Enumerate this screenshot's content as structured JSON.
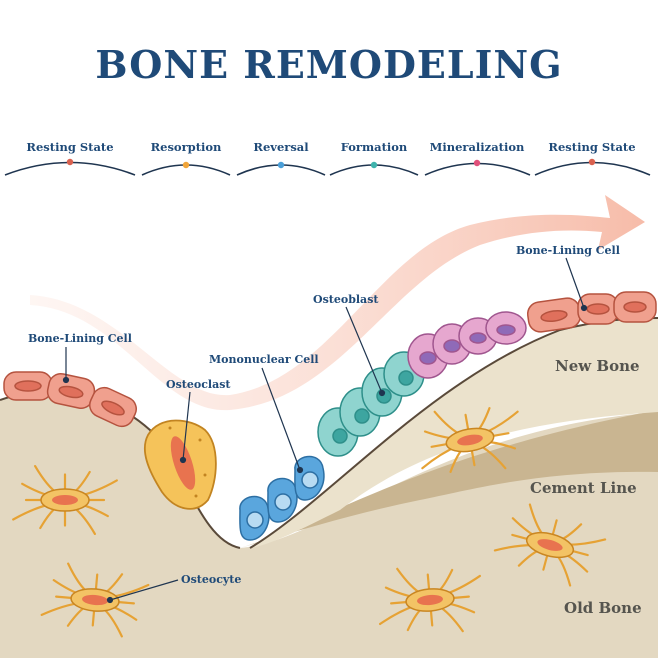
{
  "title": "BONE REMODELING",
  "stages": [
    {
      "label": "Resting State",
      "dot_color": "#d9614f"
    },
    {
      "label": "Resorption",
      "dot_color": "#f0a53a"
    },
    {
      "label": "Reversal",
      "dot_color": "#4a9fd8"
    },
    {
      "label": "Formation",
      "dot_color": "#3fb3ac"
    },
    {
      "label": "Mineralization",
      "dot_color": "#e0507a"
    },
    {
      "label": "Resting State",
      "dot_color": "#d9614f"
    }
  ],
  "cells": {
    "bone_lining_cell_left": "Bone-Lining Cell",
    "osteoclast": "Osteoclast",
    "mononuclear_cell": "Mononuclear Cell",
    "osteoblast": "Osteoblast",
    "bone_lining_cell_right": "Bone-Lining Cell",
    "osteocyte": "Osteocyte"
  },
  "regions": {
    "new_bone": "New Bone",
    "cement_line": "Cement Line",
    "old_bone": "Old Bone"
  },
  "colors": {
    "title": "#1f4a78",
    "old_bone": "#e3d8c1",
    "cement": "#c9b591",
    "new_bone": "#ebe2cc",
    "lining_cell": "#f0a08e",
    "osteoclast": "#f5c35a",
    "mononuclear": "#5aa6dd",
    "osteoblast_teal": "#8fd4cf",
    "osteoblast_pink": "#e6a7cf",
    "osteocyte": "#f3c365",
    "arrow": "#f7c8b8"
  }
}
